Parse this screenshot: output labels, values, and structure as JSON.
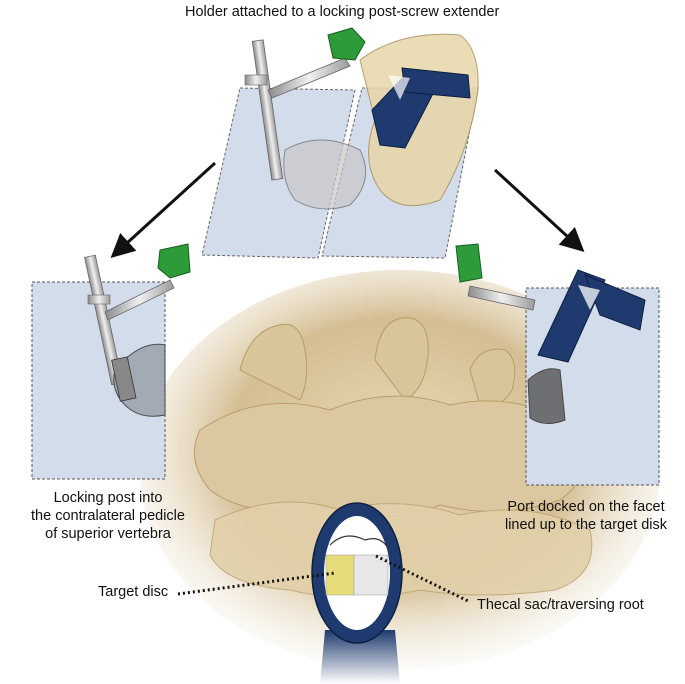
{
  "top_caption": "Holder attached to a locking post-screw extender",
  "left_caption": {
    "line1": "Locking post into",
    "line2": "the contralateral pedicle",
    "line3": "of superior vertebra"
  },
  "right_caption": {
    "line1": "Port docked on the facet",
    "line2": "lined up to the target disk"
  },
  "callouts": {
    "target_disc": "Target disc",
    "thecal_sac": "Thecal sac/traversing root"
  },
  "colors": {
    "panel_fill": "#d3dcea",
    "port_blue": "#1f3a6e",
    "holder_green": "#2e9b3a",
    "bone": "#cfb88a",
    "disc_yellow": "#e6dd7a"
  }
}
